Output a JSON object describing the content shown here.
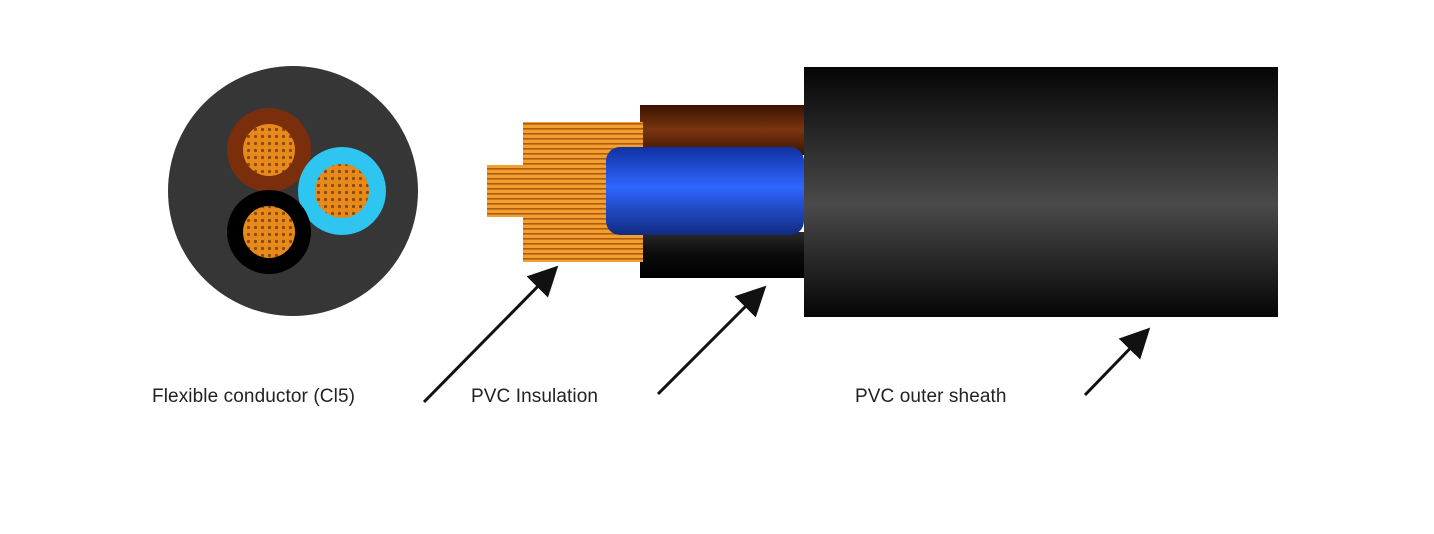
{
  "labels": {
    "conductor": "Flexible conductor (Cl5)",
    "insulation": "PVC Insulation",
    "sheath": "PVC outer sheath"
  },
  "colors": {
    "sheath": "#1a1a1a",
    "cross_section_fill": "#333333",
    "core_brown": "#7a2e0c",
    "core_blue": "#2a5ff0",
    "core_black": "#000000",
    "core_cyan": "#2ec5f0",
    "copper": "#e8891c",
    "arrow": "#111111"
  }
}
